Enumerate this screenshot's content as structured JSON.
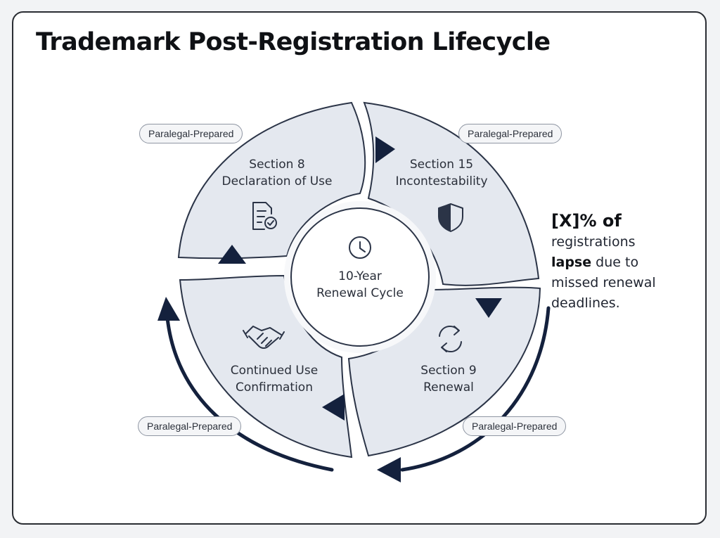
{
  "title": "Trademark Post-Registration Lifecycle",
  "center": {
    "line1": "10-Year",
    "line2": "Renewal Cycle",
    "icon": "clock-icon"
  },
  "segments": [
    {
      "line1": "Section 8",
      "line2": "Declaration of Use",
      "icon": "document-check-icon",
      "badge": "Paralegal-Prepared"
    },
    {
      "line1": "Section 15",
      "line2": "Incontestability",
      "icon": "shield-icon",
      "badge": "Paralegal-Prepared"
    },
    {
      "line1": "Section 9",
      "line2": "Renewal",
      "icon": "refresh-icon",
      "badge": "Paralegal-Prepared"
    },
    {
      "line1": "Continued Use",
      "line2": "Confirmation",
      "icon": "handshake-icon",
      "badge": "Paralegal-Prepared"
    }
  ],
  "stat": {
    "headline": "[X]% of",
    "line1": "registrations",
    "emphasis": "lapse",
    "line2_rest": " due to",
    "line3": "missed renewal",
    "line4": "deadlines."
  },
  "colors": {
    "navy": "#14213d",
    "segment_fill": "#e4e8ef",
    "outline": "#2b3447"
  }
}
